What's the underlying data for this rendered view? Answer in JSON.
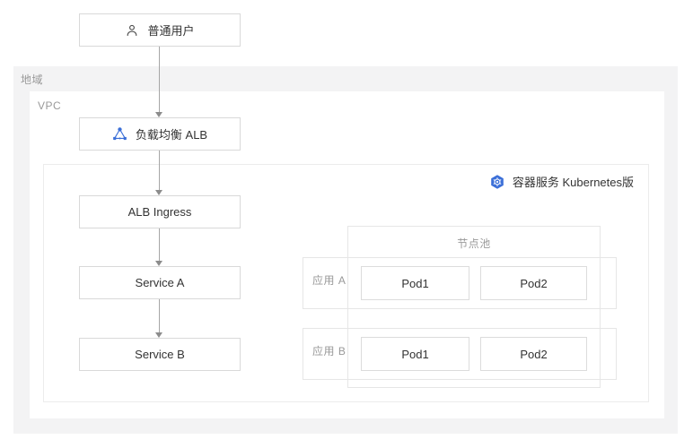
{
  "colors": {
    "accent_blue": "#3b6fd8",
    "region_bg": "#f3f3f4",
    "node_border": "#d9d9d9",
    "container_border": "#e6e6e6",
    "label_gray": "#999999",
    "text_dark": "#333333",
    "arrow_gray": "#8c8c8c"
  },
  "diagram": {
    "user": {
      "icon": "user-icon",
      "label": "普通用户"
    },
    "region": {
      "label": "地域"
    },
    "vpc": {
      "label": "VPC"
    },
    "k8s": {
      "icon": "kubernetes-icon",
      "title": "容器服务 Kubernetes版"
    },
    "alb": {
      "icon": "load-balancer-icon",
      "label": "负载均衡 ALB"
    },
    "ingress": {
      "label": "ALB Ingress"
    },
    "service_a": {
      "label": "Service A"
    },
    "service_b": {
      "label": "Service B"
    },
    "node_pool": {
      "label": "节点池"
    },
    "app_a": {
      "label": "应用 A",
      "pods": [
        "Pod1",
        "Pod2"
      ]
    },
    "app_b": {
      "label": "应用 B",
      "pods": [
        "Pod1",
        "Pod2"
      ]
    }
  }
}
